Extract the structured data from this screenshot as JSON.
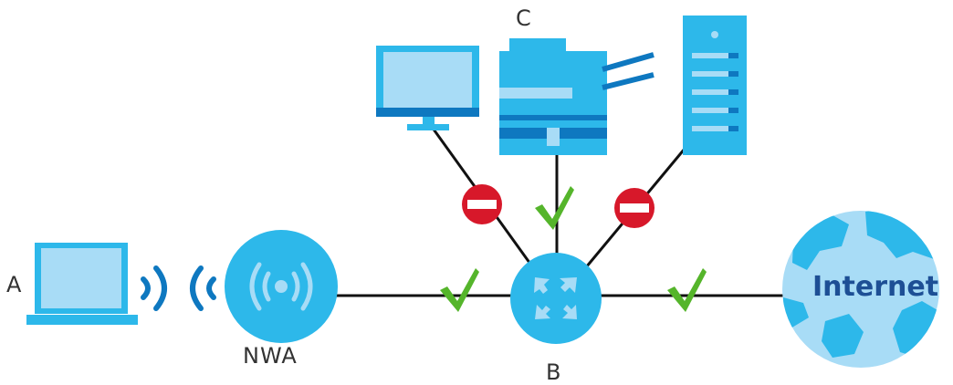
{
  "labels": {
    "a": "A",
    "b": "B",
    "c": "C",
    "nwa": "NWA",
    "internet": "Internet"
  },
  "colors": {
    "device_light": "#a8dcf6",
    "device_mid": "#2db8ea",
    "device_dark": "#0e78c0",
    "check_green": "#55b52b",
    "block_red": "#d7182a",
    "line": "#111111",
    "internet_text": "#1d4f95"
  },
  "nodes": [
    {
      "id": "a",
      "kind": "laptop-icon"
    },
    {
      "id": "nwa",
      "kind": "access-point-icon"
    },
    {
      "id": "b",
      "kind": "router-icon"
    },
    {
      "id": "internet",
      "kind": "globe-icon"
    },
    {
      "id": "monitor",
      "kind": "monitor-icon"
    },
    {
      "id": "c",
      "kind": "printer-icon"
    },
    {
      "id": "server",
      "kind": "server-icon"
    }
  ],
  "links": [
    {
      "from": "nwa",
      "to": "b",
      "status": "allowed"
    },
    {
      "from": "b",
      "to": "internet",
      "status": "allowed"
    },
    {
      "from": "b",
      "to": "monitor",
      "status": "blocked"
    },
    {
      "from": "b",
      "to": "c",
      "status": "allowed"
    },
    {
      "from": "b",
      "to": "server",
      "status": "blocked"
    }
  ]
}
